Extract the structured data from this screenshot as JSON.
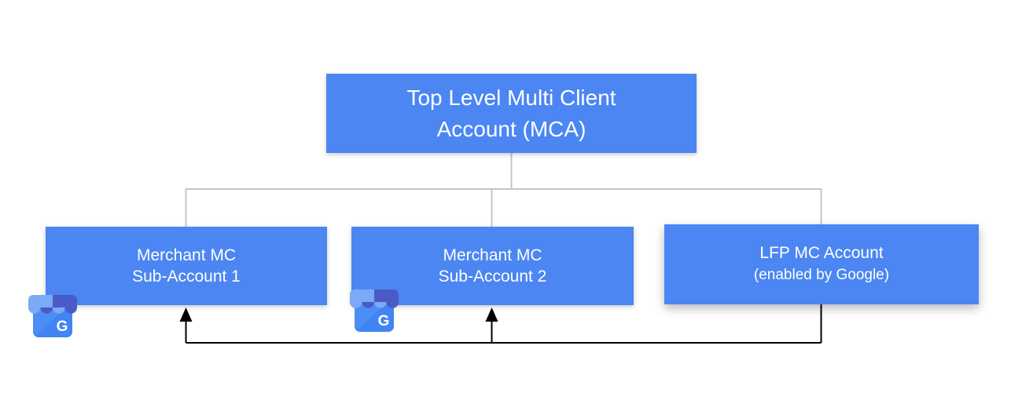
{
  "colors": {
    "box_fill": "#4b86f2",
    "box_text": "#ffffff",
    "connector_gray": "#c5c5c5",
    "arrow_black": "#000000",
    "gmb_body": "#4184f3",
    "gmb_body_light": "#4d8df6",
    "gmb_awning_light": "#7baaf7",
    "gmb_awning_dark": "#4a5bc8"
  },
  "nodes": {
    "mca": {
      "line1": "Top Level Multi Client",
      "line2": "Account (MCA)"
    },
    "sub1": {
      "line1": "Merchant MC",
      "line2": "Sub-Account 1"
    },
    "sub2": {
      "line1": "Merchant MC",
      "line2": "Sub-Account 2"
    },
    "lfp": {
      "line1": "LFP MC Account",
      "line2": "(enabled by Google)"
    }
  },
  "icons": {
    "gmb": {
      "name": "google-my-business",
      "letter": "G",
      "attached_to": [
        "sub1",
        "sub2"
      ]
    }
  },
  "edges": [
    {
      "from": "mca",
      "to": "sub1",
      "style": "gray-tree-line"
    },
    {
      "from": "mca",
      "to": "sub2",
      "style": "gray-tree-line"
    },
    {
      "from": "mca",
      "to": "lfp",
      "style": "gray-tree-line"
    },
    {
      "from": "lfp",
      "to": "sub1",
      "style": "black-arrow"
    },
    {
      "from": "lfp",
      "to": "sub2",
      "style": "black-arrow"
    }
  ]
}
